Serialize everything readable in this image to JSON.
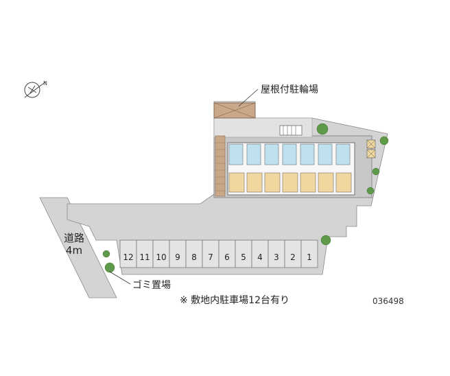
{
  "labels": {
    "road_name": "道路",
    "road_width": "4m",
    "bicycle_parking": "屋根付駐輪場",
    "garbage": "ゴミ置場",
    "note": "※ 敷地内駐車場12台有り",
    "property_code": "036498"
  },
  "parking_slots": [
    "12",
    "11",
    "10",
    "9",
    "8",
    "7",
    "6",
    "5",
    "4",
    "3",
    "2",
    "1"
  ],
  "colors": {
    "lot": "#d4d4d4",
    "road": "#d4d4d4",
    "building_gray": "#c8c8c8",
    "unit_floor": "#f0d7a0",
    "unit_wet": "#bfe0ef",
    "bike_roof": "#c9a88a",
    "hedge": "#5f9a4a",
    "outline": "#666666"
  },
  "icons": {
    "north": "compass-north-icon"
  }
}
